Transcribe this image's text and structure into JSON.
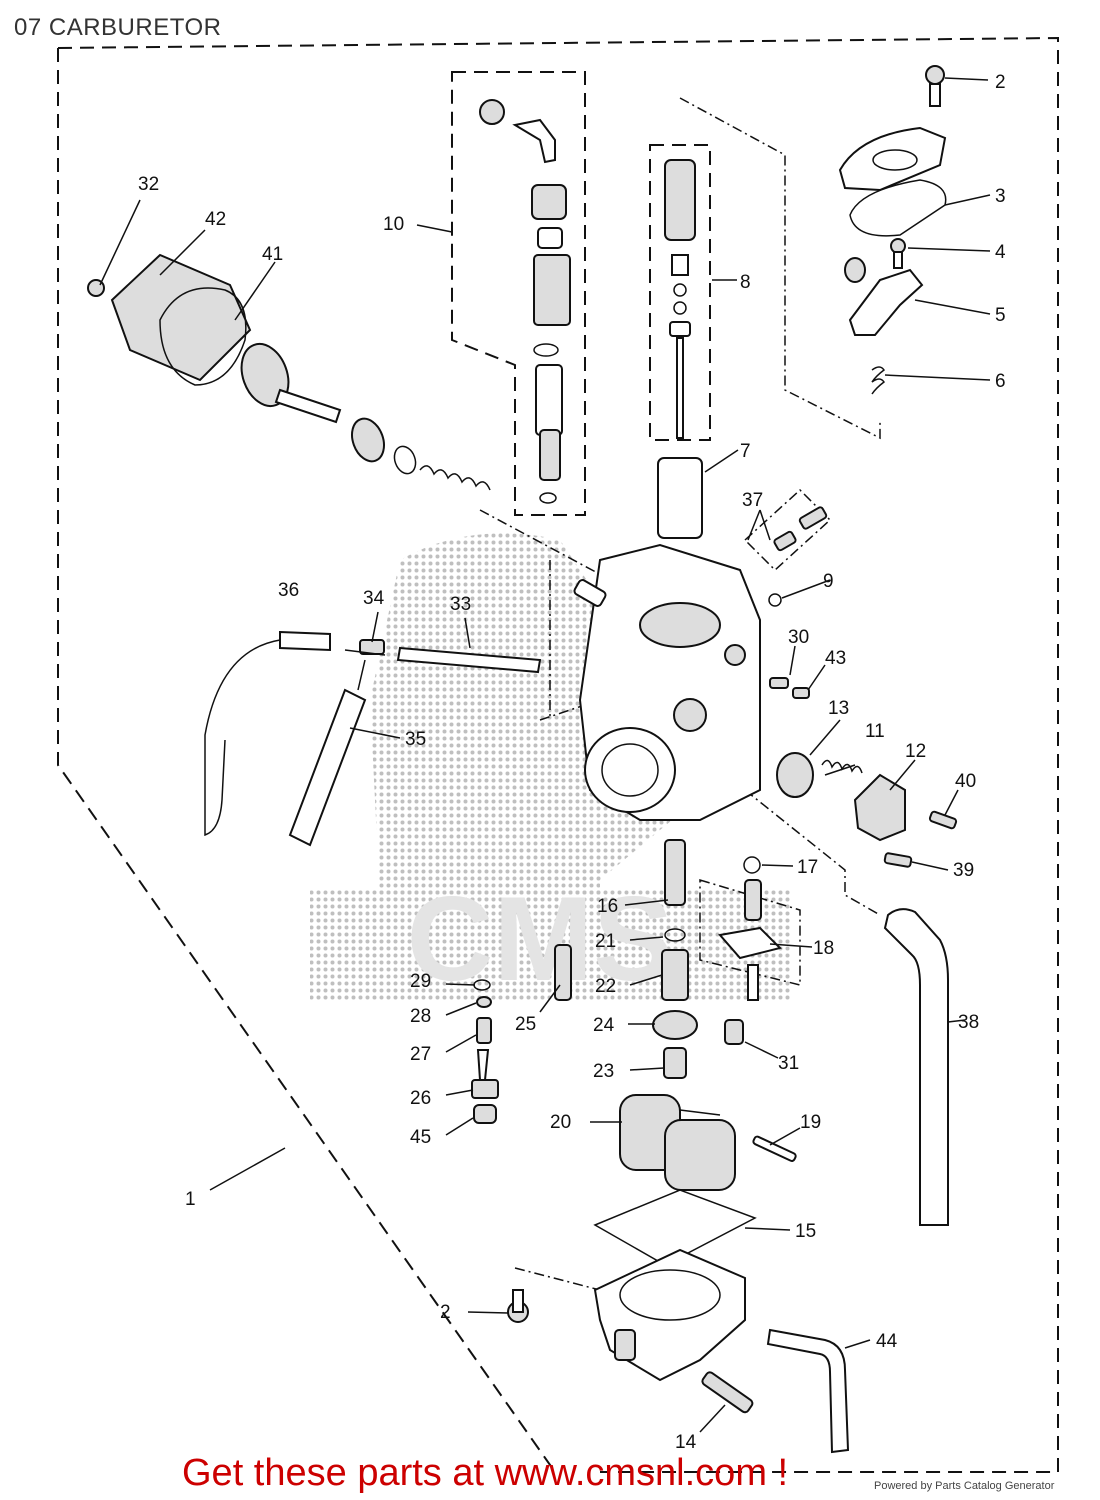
{
  "title": "07 CARBURETOR",
  "promo_text": "Get these parts at www.cmsnl.com !",
  "credit_text": "Powered by Parts Catalog Generator",
  "watermark": "CMS",
  "colors": {
    "promo": "#cc0000",
    "line": "#111111",
    "watermark": "#bfbfbf"
  },
  "callouts": [
    "1",
    "2",
    "3",
    "4",
    "5",
    "6",
    "7",
    "8",
    "9",
    "10",
    "11",
    "12",
    "13",
    "14",
    "15",
    "16",
    "17",
    "18",
    "19",
    "20",
    "21",
    "22",
    "23",
    "24",
    "25",
    "26",
    "27",
    "28",
    "29",
    "30",
    "31",
    "32",
    "33",
    "34",
    "35",
    "36",
    "37",
    "38",
    "39",
    "40",
    "41",
    "42",
    "43",
    "44",
    "45"
  ]
}
